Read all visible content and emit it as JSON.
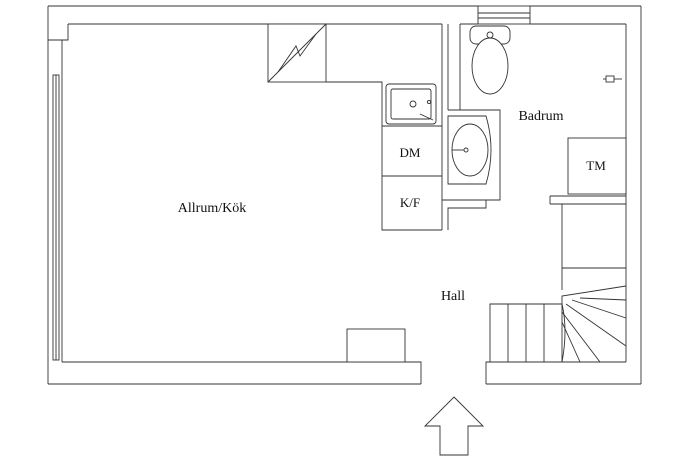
{
  "rooms": {
    "living_kitchen": "Allrum/Kök",
    "bathroom": "Badrum",
    "hall": "Hall"
  },
  "appliances": {
    "dishwasher": "DM",
    "fridge_freezer": "K/F",
    "washing_machine": "TM"
  },
  "icons": {
    "entrance": "entrance-arrow-icon",
    "electric_panel": "electrical-panel-icon",
    "sink": "kitchen-sink-icon",
    "toilet": "toilet-icon",
    "basin": "wash-basin-icon",
    "stairs": "staircase-icon"
  },
  "colors": {
    "wall": "#222222",
    "background": "#ffffff"
  }
}
